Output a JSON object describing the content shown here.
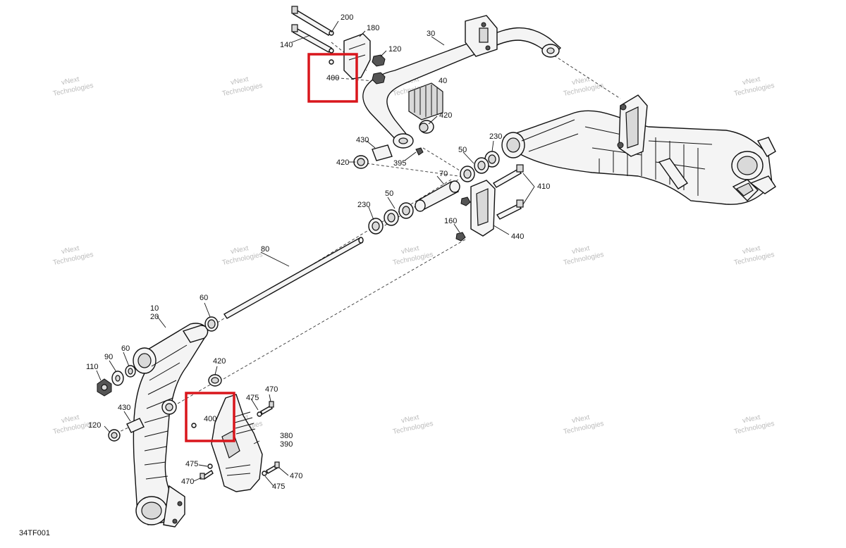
{
  "document": {
    "code": "34TF001"
  },
  "watermark": {
    "line1": "vNext",
    "line2": "Technologies"
  },
  "callouts": {
    "c10": "10",
    "c20": "20",
    "c30": "30",
    "c40": "40",
    "c50": "50",
    "c60": "60",
    "c70": "70",
    "c80": "80",
    "c90": "90",
    "c110": "110",
    "c120": "120",
    "c140": "140",
    "c160": "160",
    "c180": "180",
    "c200": "200",
    "c230": "230",
    "c380": "380",
    "c390": "390",
    "c395": "395",
    "c400": "400",
    "c410": "410",
    "c420": "420",
    "c430": "430",
    "c440": "440",
    "c470": "470",
    "c475": "475"
  },
  "highlights": [
    {
      "part": "400"
    },
    {
      "part": "400"
    }
  ],
  "colors": {
    "highlight": "#d9161c",
    "line": "#111111",
    "watermark": "#bcbcbc"
  }
}
